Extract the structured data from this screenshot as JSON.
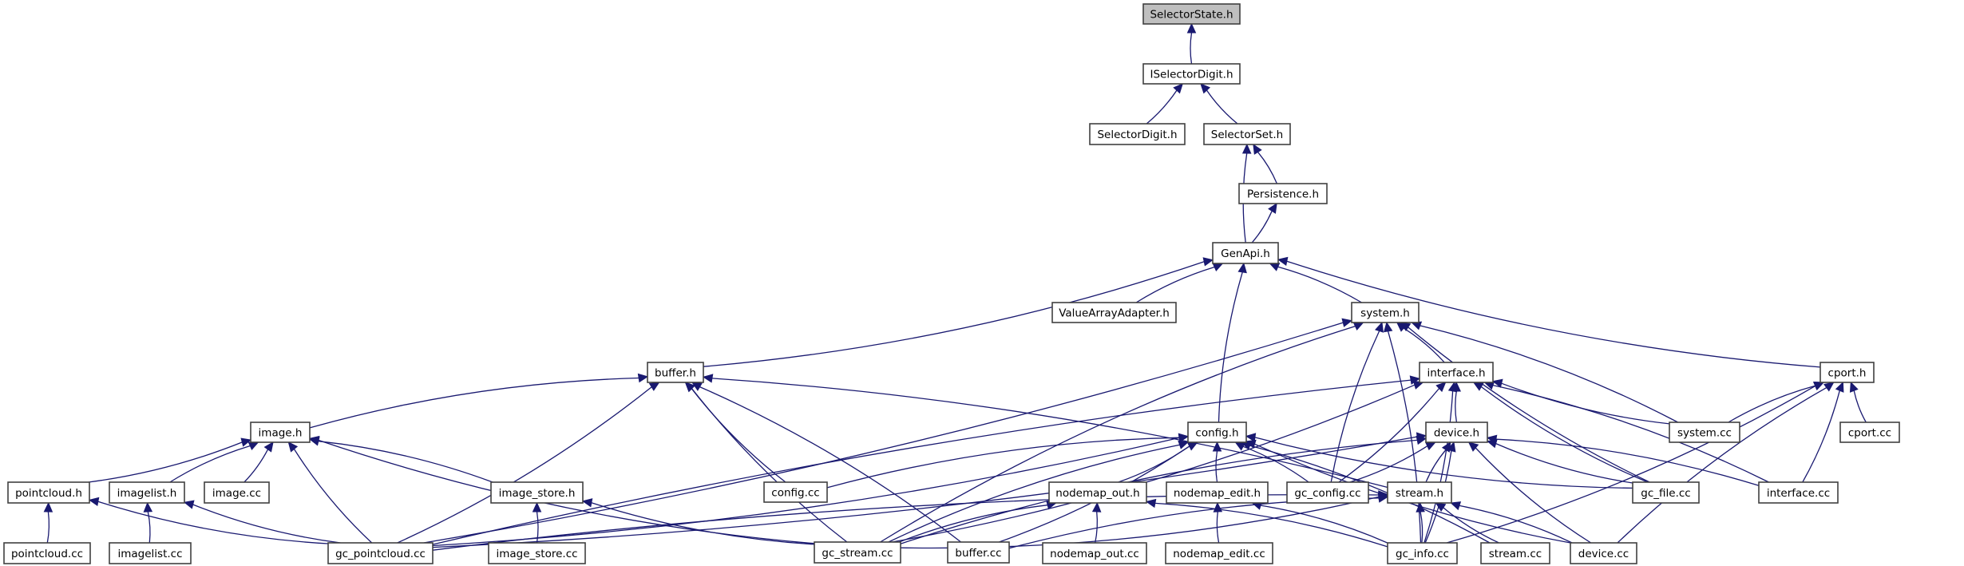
{
  "diagram": {
    "type": "include-dependency-graph",
    "root": "SelectorState.h",
    "colors": {
      "edge": "#191970",
      "root_fill": "#bfbfbf",
      "node_fill": "#ffffff",
      "node_border": "#404040"
    },
    "nodes": [
      {
        "id": "SelectorState.h",
        "label": "SelectorState.h"
      },
      {
        "id": "ISelectorDigit.h",
        "label": "ISelectorDigit.h"
      },
      {
        "id": "SelectorDigit.h",
        "label": "SelectorDigit.h"
      },
      {
        "id": "SelectorSet.h",
        "label": "SelectorSet.h"
      },
      {
        "id": "Persistence.h",
        "label": "Persistence.h"
      },
      {
        "id": "GenApi.h",
        "label": "GenApi.h"
      },
      {
        "id": "ValueArrayAdapter.h",
        "label": "ValueArrayAdapter.h"
      },
      {
        "id": "system.h",
        "label": "system.h"
      },
      {
        "id": "buffer.h",
        "label": "buffer.h"
      },
      {
        "id": "interface.h",
        "label": "interface.h"
      },
      {
        "id": "cport.h",
        "label": "cport.h"
      },
      {
        "id": "image.h",
        "label": "image.h"
      },
      {
        "id": "config.h",
        "label": "config.h"
      },
      {
        "id": "device.h",
        "label": "device.h"
      },
      {
        "id": "system.cc",
        "label": "system.cc"
      },
      {
        "id": "cport.cc",
        "label": "cport.cc"
      },
      {
        "id": "pointcloud.h",
        "label": "pointcloud.h"
      },
      {
        "id": "imagelist.h",
        "label": "imagelist.h"
      },
      {
        "id": "image.cc",
        "label": "image.cc"
      },
      {
        "id": "image_store.h",
        "label": "image_store.h"
      },
      {
        "id": "config.cc",
        "label": "config.cc"
      },
      {
        "id": "nodemap_out.h",
        "label": "nodemap_out.h"
      },
      {
        "id": "nodemap_edit.h",
        "label": "nodemap_edit.h"
      },
      {
        "id": "gc_config.cc",
        "label": "gc_config.cc"
      },
      {
        "id": "stream.h",
        "label": "stream.h"
      },
      {
        "id": "gc_file.cc",
        "label": "gc_file.cc"
      },
      {
        "id": "interface.cc",
        "label": "interface.cc"
      },
      {
        "id": "pointcloud.cc",
        "label": "pointcloud.cc"
      },
      {
        "id": "imagelist.cc",
        "label": "imagelist.cc"
      },
      {
        "id": "gc_pointcloud.cc",
        "label": "gc_pointcloud.cc"
      },
      {
        "id": "image_store.cc",
        "label": "image_store.cc"
      },
      {
        "id": "gc_stream.cc",
        "label": "gc_stream.cc"
      },
      {
        "id": "buffer.cc",
        "label": "buffer.cc"
      },
      {
        "id": "nodemap_out.cc",
        "label": "nodemap_out.cc"
      },
      {
        "id": "nodemap_edit.cc",
        "label": "nodemap_edit.cc"
      },
      {
        "id": "gc_info.cc",
        "label": "gc_info.cc"
      },
      {
        "id": "stream.cc",
        "label": "stream.cc"
      },
      {
        "id": "device.cc",
        "label": "device.cc"
      }
    ],
    "edges": [
      [
        "ISelectorDigit.h",
        "SelectorState.h"
      ],
      [
        "SelectorDigit.h",
        "ISelectorDigit.h"
      ],
      [
        "SelectorSet.h",
        "ISelectorDigit.h"
      ],
      [
        "Persistence.h",
        "SelectorSet.h"
      ],
      [
        "GenApi.h",
        "SelectorSet.h"
      ],
      [
        "GenApi.h",
        "Persistence.h"
      ],
      [
        "ValueArrayAdapter.h",
        "GenApi.h"
      ],
      [
        "buffer.h",
        "GenApi.h"
      ],
      [
        "config.h",
        "GenApi.h"
      ],
      [
        "system.h",
        "GenApi.h"
      ],
      [
        "cport.h",
        "GenApi.h"
      ],
      [
        "gc_pointcloud.cc",
        "system.h"
      ],
      [
        "gc_stream.cc",
        "system.h"
      ],
      [
        "interface.h",
        "system.h"
      ],
      [
        "gc_config.cc",
        "system.h"
      ],
      [
        "system.cc",
        "system.h"
      ],
      [
        "gc_file.cc",
        "system.h"
      ],
      [
        "gc_info.cc",
        "system.h"
      ],
      [
        "image.h",
        "buffer.h"
      ],
      [
        "gc_pointcloud.cc",
        "buffer.h"
      ],
      [
        "gc_stream.cc",
        "buffer.h"
      ],
      [
        "buffer.cc",
        "buffer.h"
      ],
      [
        "config.cc",
        "buffer.h"
      ],
      [
        "stream.h",
        "buffer.h"
      ],
      [
        "gc_pointcloud.cc",
        "interface.h"
      ],
      [
        "gc_stream.cc",
        "interface.h"
      ],
      [
        "device.h",
        "interface.h"
      ],
      [
        "gc_config.cc",
        "interface.h"
      ],
      [
        "gc_file.cc",
        "interface.h"
      ],
      [
        "interface.cc",
        "interface.h"
      ],
      [
        "system.cc",
        "interface.h"
      ],
      [
        "gc_info.cc",
        "interface.h"
      ],
      [
        "system.cc",
        "cport.h"
      ],
      [
        "interface.cc",
        "cport.h"
      ],
      [
        "cport.cc",
        "cport.h"
      ],
      [
        "gc_info.cc",
        "cport.h"
      ],
      [
        "device.cc",
        "cport.h"
      ],
      [
        "pointcloud.h",
        "image.h"
      ],
      [
        "imagelist.h",
        "image.h"
      ],
      [
        "image.cc",
        "image.h"
      ],
      [
        "gc_pointcloud.cc",
        "image.h"
      ],
      [
        "image_store.h",
        "image.h"
      ],
      [
        "gc_stream.cc",
        "image.h"
      ],
      [
        "gc_pointcloud.cc",
        "config.h"
      ],
      [
        "config.cc",
        "config.h"
      ],
      [
        "nodemap_out.h",
        "config.h"
      ],
      [
        "nodemap_edit.h",
        "config.h"
      ],
      [
        "gc_config.cc",
        "config.h"
      ],
      [
        "gc_stream.cc",
        "config.h"
      ],
      [
        "buffer.cc",
        "config.h"
      ],
      [
        "gc_file.cc",
        "config.h"
      ],
      [
        "stream.cc",
        "config.h"
      ],
      [
        "device.cc",
        "config.h"
      ],
      [
        "gc_pointcloud.cc",
        "device.h"
      ],
      [
        "gc_stream.cc",
        "device.h"
      ],
      [
        "gc_config.cc",
        "device.h"
      ],
      [
        "stream.h",
        "device.h"
      ],
      [
        "gc_info.cc",
        "device.h"
      ],
      [
        "gc_file.cc",
        "device.h"
      ],
      [
        "interface.cc",
        "device.h"
      ],
      [
        "device.cc",
        "device.h"
      ],
      [
        "pointcloud.cc",
        "pointcloud.h"
      ],
      [
        "gc_pointcloud.cc",
        "pointcloud.h"
      ],
      [
        "imagelist.cc",
        "imagelist.h"
      ],
      [
        "gc_pointcloud.cc",
        "imagelist.h"
      ],
      [
        "image_store.cc",
        "image_store.h"
      ],
      [
        "gc_stream.cc",
        "image_store.h"
      ],
      [
        "nodemap_out.cc",
        "nodemap_out.h"
      ],
      [
        "gc_stream.cc",
        "nodemap_out.h"
      ],
      [
        "gc_info.cc",
        "nodemap_out.h"
      ],
      [
        "nodemap_edit.cc",
        "nodemap_edit.h"
      ],
      [
        "gc_info.cc",
        "nodemap_edit.h"
      ],
      [
        "gc_pointcloud.cc",
        "stream.h"
      ],
      [
        "gc_stream.cc",
        "stream.h"
      ],
      [
        "buffer.cc",
        "stream.h"
      ],
      [
        "gc_info.cc",
        "stream.h"
      ],
      [
        "stream.cc",
        "stream.h"
      ],
      [
        "device.cc",
        "stream.h"
      ]
    ]
  }
}
